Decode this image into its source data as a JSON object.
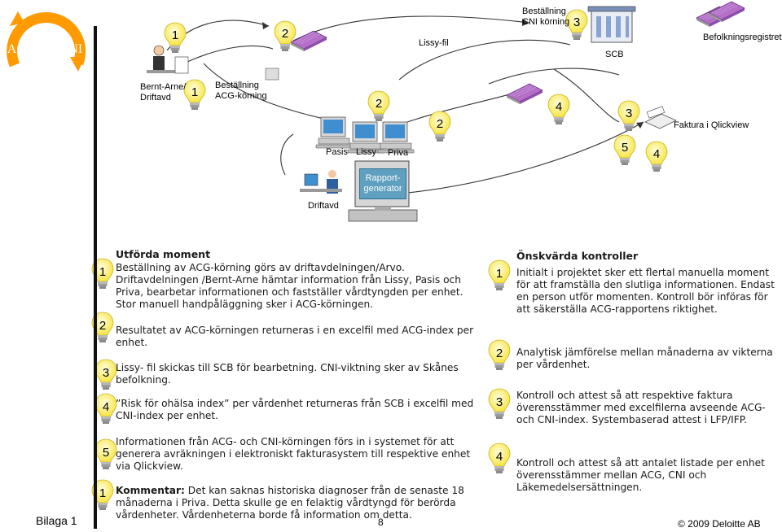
{
  "logo": {
    "title": "ACG och CNI"
  },
  "diagram": {
    "bernt": "Bernt-Arne/\nDriftavd",
    "order_acg": "Beställning\nACG-körning",
    "order_cni": "Beställning\nCNI körning",
    "lissy_fil": "Lissy-fil",
    "scb": "SCB",
    "befolkning": "Befolkningsregistret",
    "pasis": "Pasis",
    "lissy": "Lissy",
    "priva": "Priva",
    "faktura": "Faktura i Qlickview",
    "driftavd": "Driftavd",
    "rapport": "Rapport-\ngenerator",
    "num_1a": "1",
    "num_2a": "2",
    "num_3a": "3",
    "num_1b": "1",
    "num_2b": "2",
    "num_2c": "2",
    "num_4a": "4",
    "num_3b": "3",
    "num_5a": "5",
    "num_4b": "4"
  },
  "left": {
    "heading": "Utförda moment",
    "items": [
      {
        "num": "1",
        "text": "Beställning av ACG-körning görs av driftavdelningen/Arvo. Driftavdelningen /Bernt-Arne hämtar information från Lissy, Pasis och Priva, bearbetar informationen och fastställer vårdtyngden per enhet. Stor manuell handpåläggning sker i ACG-körningen."
      },
      {
        "num": "2",
        "text": "Resultatet av ACG-körningen returneras i en excelfil med ACG-index per enhet."
      },
      {
        "num": "3",
        "text": "Lissy- fil skickas till SCB för bearbetning. CNI-viktning sker av Skånes befolkning."
      },
      {
        "num": "4",
        "text": "”Risk för ohälsa index” per vårdenhet returneras från SCB i excelfil med CNI-index per enhet."
      },
      {
        "num": "5",
        "text": "Informationen från ACG- och CNI-körningen förs in i systemet för att generera avräkningen i elektroniskt fakturasystem till respektive enhet via Qlickview."
      },
      {
        "num": "1",
        "label": "Kommentar:",
        "text": "Det kan saknas historiska diagnoser från de senaste 18 månaderna i Priva. Detta skulle ge en felaktig vårdtyngd för berörda vårdenheter. Vårdenheterna borde få information om detta."
      }
    ]
  },
  "right": {
    "heading": "Önskvärda kontroller",
    "items": [
      {
        "num": "1",
        "text": "Initialt i projektet sker ett flertal manuella moment för att framställa den slutliga informationen. Endast en person utför momenten. Kontroll bör införas för att säkerställa ACG-rapportens riktighet."
      },
      {
        "num": "2",
        "text": "Analytisk jämförelse mellan månaderna av vikterna per vårdenhet."
      },
      {
        "num": "3",
        "text": "Kontroll och attest så att respektive faktura överensstämmer med  excelfilerna avseende ACG- och CNI-index. Systembaserad attest i LFP/IFP."
      },
      {
        "num": "4",
        "text": "Kontroll och attest så att antalet listade per enhet överensstämmer mellan ACG, CNI och Läkemedelsersättningen."
      }
    ]
  },
  "footer": {
    "bilaga": "Bilaga 1",
    "page": "8",
    "copyright": "© 2009 Deloitte AB"
  },
  "colors": {
    "bulb": "#fff27a",
    "logo": "#ff9a00",
    "accent": "#5f9fbf"
  }
}
